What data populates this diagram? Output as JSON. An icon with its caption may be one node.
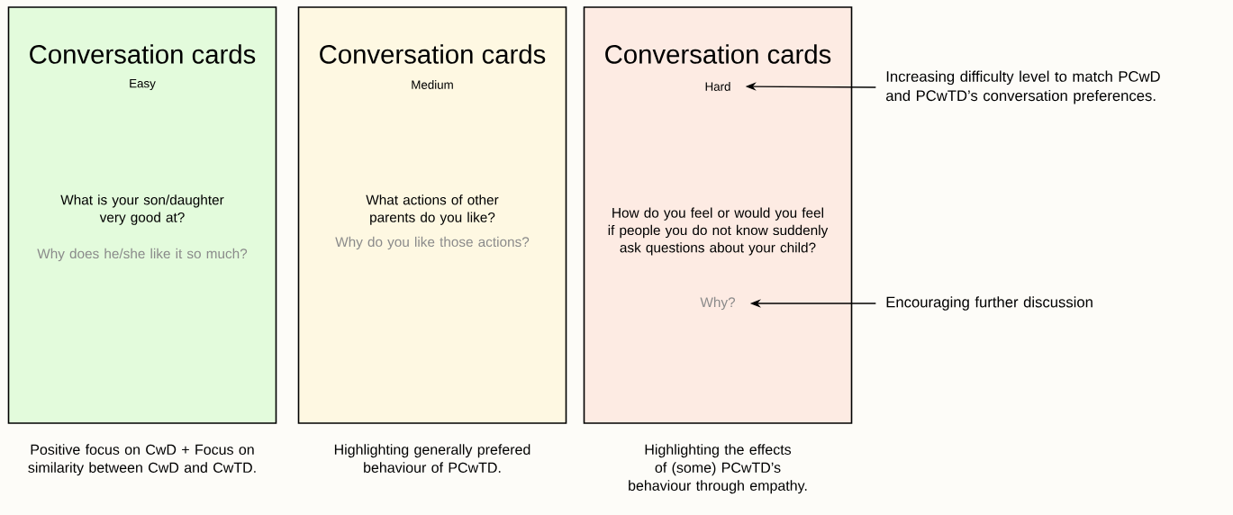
{
  "diagram": {
    "nodes": [
      {
        "text": [
          "Conversation cards",
          "Easy",
          "What is your son/daughter very good at?",
          "Why does he/she like it so much?"
        ],
        "beside": [
          "Positive focus on CwD + Focus on similarity between CwD and CwTD."
        ]
      },
      {
        "text": [
          "Conversation cards",
          "Medium",
          "What actions of other parents do you like?",
          "Why do you like those actions?"
        ],
        "beside": [
          "Highlighting generally prefered behaviour of PCwTD."
        ]
      },
      {
        "text": [
          "Conversation cards",
          "How do you feel or would you feel if people you do not know suddenly ask questions about your child?"
        ],
        "beside": [
          "Highlighting the effects of (some) PCwTD’s behaviour through empathy."
        ]
      },
      {
        "text": [
          "Hard"
        ],
        "in": 2
      },
      {
        "text": [
          "Why?"
        ],
        "in": 2
      },
      {
        "text": [
          "Increasing difficulty level to match PCwD and PCwTD’s conversation preferences."
        ]
      },
      {
        "text": [
          "Encouraging further discussion"
        ]
      }
    ],
    "edges": [
      {
        "from": 5,
        "to": 3,
        "arrow": "to"
      },
      {
        "from": 6,
        "to": 4,
        "arrow": "to"
      }
    ]
  }
}
